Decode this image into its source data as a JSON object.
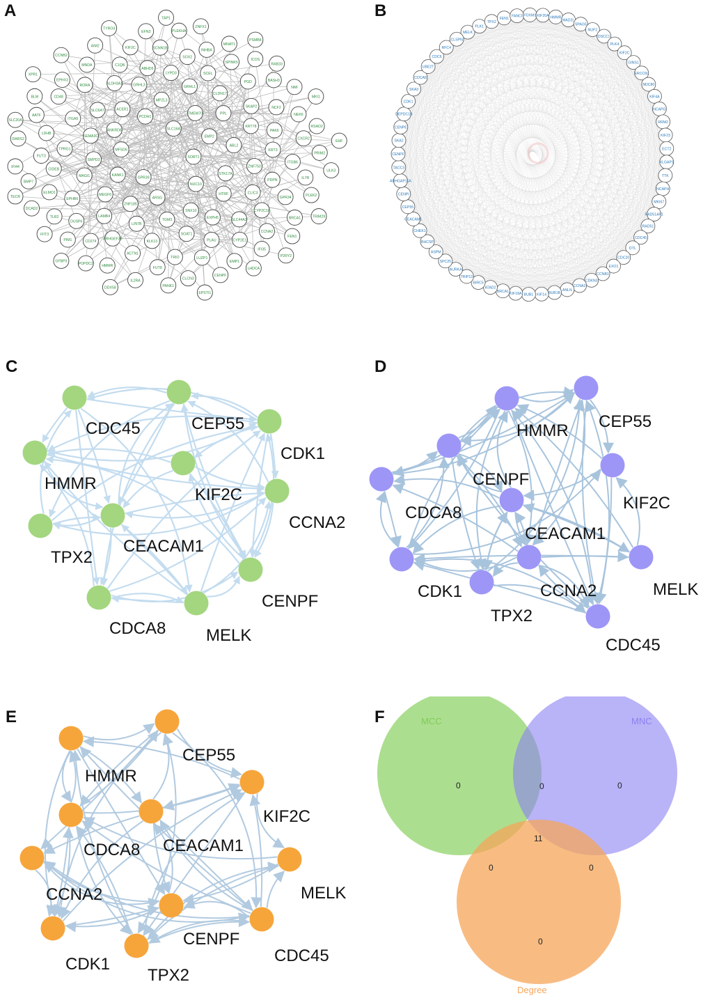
{
  "panels": {
    "A": {
      "letter": "A"
    },
    "B": {
      "letter": "B"
    },
    "C": {
      "letter": "C"
    },
    "D": {
      "letter": "D"
    },
    "E": {
      "letter": "E"
    },
    "F": {
      "letter": "F"
    }
  },
  "colors": {
    "networkA_label": "#2e8b3e",
    "networkB_label": "#2a78b8",
    "networkC_node": "#a3d67f",
    "networkC_edge": "#c9dff0",
    "networkD_node": "#9d96f7",
    "networkE_node": "#f6a53b",
    "edge_blue": "#b4cde2",
    "venn_green": "#7fcc55",
    "venn_purple": "#8a80f2",
    "venn_orange": "#f6a65a"
  },
  "networkA": {
    "labels": [
      "SORT1",
      "GPR39",
      "SLC16A",
      "NUC10",
      "MFSD6",
      "EMP2",
      "ARSG",
      "PCDH1",
      "STK17A",
      "KANK1",
      "TMEM70",
      "SNX10",
      "ANKRD6",
      "ABL2",
      "ZNF185",
      "MPZL3",
      "HTRF",
      "SMPD3",
      "PPL",
      "TGM3",
      "ACER1",
      "ZNF750",
      "MEGF6",
      "GRHL1",
      "EXPH5",
      "SEMA3C",
      "KRT78",
      "LIN7B",
      "GRHL3",
      "CLIC3",
      "MAGI1",
      "CLDN17",
      "SOAT1",
      "SLC6A7",
      "KRT3",
      "LAMB4",
      "LYPD3",
      "SLC44A2",
      "TPRG1",
      "SKAP2",
      "KLK13",
      "ALDH3A1",
      "PDPN",
      "EPHB6",
      "SCEL",
      "PLAU",
      "ITGA5",
      "PAK6",
      "ARHGEF38",
      "ABHD5",
      "CYP2C18",
      "CIDEB",
      "PGD",
      "TRIO",
      "RORA",
      "ITGB6",
      "DUSP6",
      "SOX2",
      "CYP2E1",
      "LDHB",
      "NCF2",
      "ACTN1",
      "C1QB",
      "GPR34",
      "ELMO1",
      "SPINK5",
      "LUZP1",
      "CD48",
      "CXCR2",
      "CD274",
      "SCNN1B",
      "CCNA2",
      "FUT3",
      "BASH3",
      "FUT8",
      "MNDA",
      "IL7R",
      "TLR2",
      "INHBA",
      "EMP1",
      "AATF",
      "NEK6",
      "HMMR",
      "KIF2C",
      "BRCA1",
      "BMP7",
      "ICOS",
      "CLCN3",
      "EPHX3",
      "PRIM2",
      "PIM1",
      "PLEKHA",
      "IFI35",
      "DARS2",
      "NMI",
      "IL2RA",
      "AIM2",
      "PLEK2",
      "DCAD2",
      "MNAT1",
      "CENPF",
      "BLM",
      "RSAD2",
      "POPDC2",
      "EFN3",
      "FEN1",
      "IFI44",
      "RAB33",
      "PANK1",
      "CCNB2",
      "ULK3",
      "IFIT3",
      "ZNFX1",
      "LHDCA",
      "SLC20A",
      "MKI1",
      "DDX58",
      "TYRO3",
      "TRIM29",
      "TECR",
      "PSMB8",
      "EPSTI1",
      "XPR1",
      "EHF",
      "GFBP3",
      "TAP1",
      "P2RY2"
    ]
  },
  "networkB": {
    "labels": [
      "MELK",
      "PLK1",
      "TPX2",
      "FEN1",
      "FANCI",
      "FOXM1",
      "KIF20A",
      "HMMR",
      "MAD2L",
      "SPAG5",
      "NUF2",
      "DSCC1",
      "PLK4",
      "KIF2C",
      "GINS1",
      "ERCC6L",
      "NDC80",
      "KIF4A",
      "NCAPG",
      "RRM2",
      "KIF23",
      "ECT2",
      "XLGAP1",
      "TTK",
      "NCAPH",
      "MKI67",
      "RAD51AP1",
      "RAD51",
      "CDC45",
      "DTL",
      "CDC20",
      "EXO1",
      "CCNB1",
      "CDKN3",
      "CCNA2",
      "ANLN",
      "BUB1B",
      "KIF14",
      "BUB1",
      "KIF18A",
      "BRCA1",
      "ATAD2",
      "BIRC5",
      "TRIP13",
      "AURKA",
      "SPC25",
      "ASPM",
      "BHCSP",
      "CHEK1",
      "CEACAM1",
      "CEP55",
      "CENPI",
      "ARHGAP11A",
      "TACC3",
      "CENPF",
      "SKA2",
      "CENPE",
      "DEPDC1B",
      "CDK1",
      "SKA3",
      "CDCA8",
      "UBE2T",
      "CDC6",
      "RFC4",
      "CLSPN"
    ]
  },
  "networkC": {
    "nodes": [
      "CDC45",
      "CEP55",
      "CDK1",
      "HMMR",
      "KIF2C",
      "CCNA2",
      "TPX2",
      "CEACAM1",
      "CENPF",
      "CDCA8",
      "MELK"
    ]
  },
  "networkD": {
    "nodes": [
      "HMMR",
      "CEP55",
      "CENPF",
      "KIF2C",
      "CDCA8",
      "CEACAM1",
      "MELK",
      "CDK1",
      "CCNA2",
      "TPX2",
      "CDC45"
    ]
  },
  "networkE": {
    "nodes": [
      "CEP55",
      "HMMR",
      "KIF2C",
      "CDCA8",
      "CEACAM1",
      "MELK",
      "CCNA2",
      "CENPF",
      "CDC45",
      "CDK1",
      "TPX2"
    ]
  },
  "venn": {
    "set_labels": {
      "mcc": "MCC",
      "mnc": "MNC",
      "degree": "Degree"
    },
    "counts": {
      "mcc_only": "0",
      "mnc_only": "0",
      "degree_only": "0",
      "mcc_mnc": "0",
      "mcc_degree": "0",
      "mnc_degree": "0",
      "all": "11"
    }
  }
}
